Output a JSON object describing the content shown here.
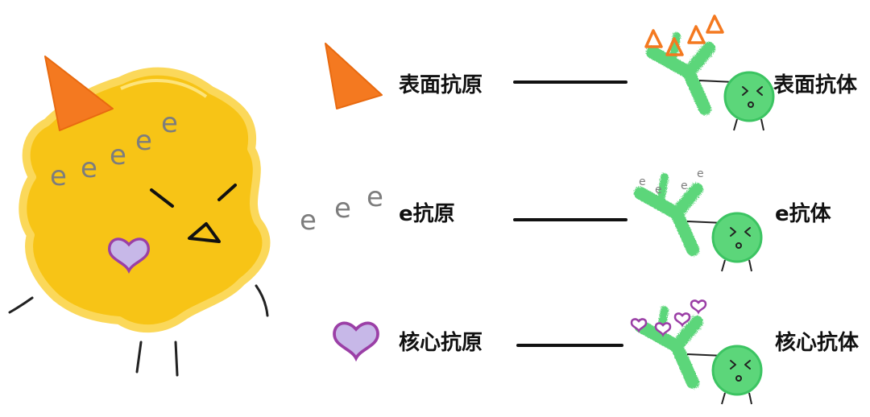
{
  "colors": {
    "virus": "#f7c416",
    "virus_edge": "#fbd85a",
    "cone": "#f47920",
    "heart_fill": "#c7b8e8",
    "heart_stroke": "#9b3fa6",
    "e_mark": "#7d7d7d",
    "antibody": "#5cd67a",
    "antibody_dark": "#3cc462",
    "line": "#111111"
  },
  "rows": [
    {
      "antigen_icon": "cone-icon",
      "antigen_label": "表面抗原",
      "antibody_label": "表面抗体"
    },
    {
      "antigen_icon": "e-letters-icon",
      "antigen_label": "e抗原",
      "antibody_label": "e抗体"
    },
    {
      "antigen_icon": "heart-icon",
      "antigen_label": "核心抗原",
      "antibody_label": "核心抗体"
    }
  ]
}
